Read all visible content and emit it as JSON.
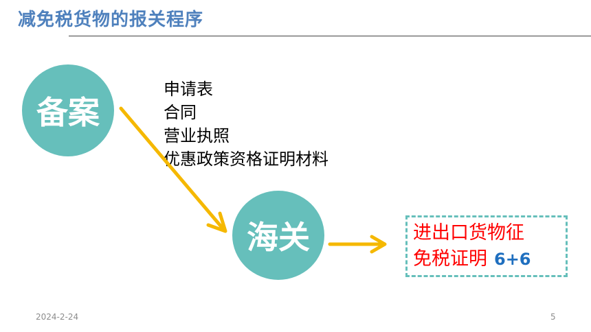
{
  "title": "减免税货物的报关程序",
  "beian": "备案",
  "haiguan": "海关",
  "documents": [
    "申请表",
    "合同",
    "营业执照",
    "优惠政策资格证明材料"
  ],
  "certificate": {
    "line1": "进出口货物征",
    "line2": "免税证明",
    "code": "6+6"
  },
  "footer": {
    "date": "2024-2-24",
    "page": "5"
  },
  "colors": {
    "title": "#4f81bd",
    "circle": "#66bfbb",
    "arrow": "#f5b800",
    "certificate_text": "#ff0000",
    "certificate_code": "#1f6fbf"
  }
}
